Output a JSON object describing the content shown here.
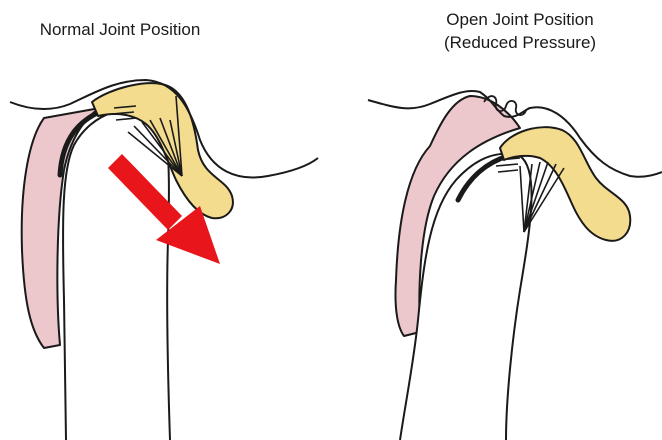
{
  "panels": [
    {
      "title_lines": [
        "Normal Joint Position"
      ]
    },
    {
      "title_lines": [
        "Open Joint Position",
        "(Reduced Pressure)"
      ]
    }
  ],
  "colors": {
    "cartilage_pink": "#ecc8cc",
    "disc_yellow": "#f4dc8e",
    "arrow_red": "#e8151b",
    "line": "#1a1a1a"
  }
}
